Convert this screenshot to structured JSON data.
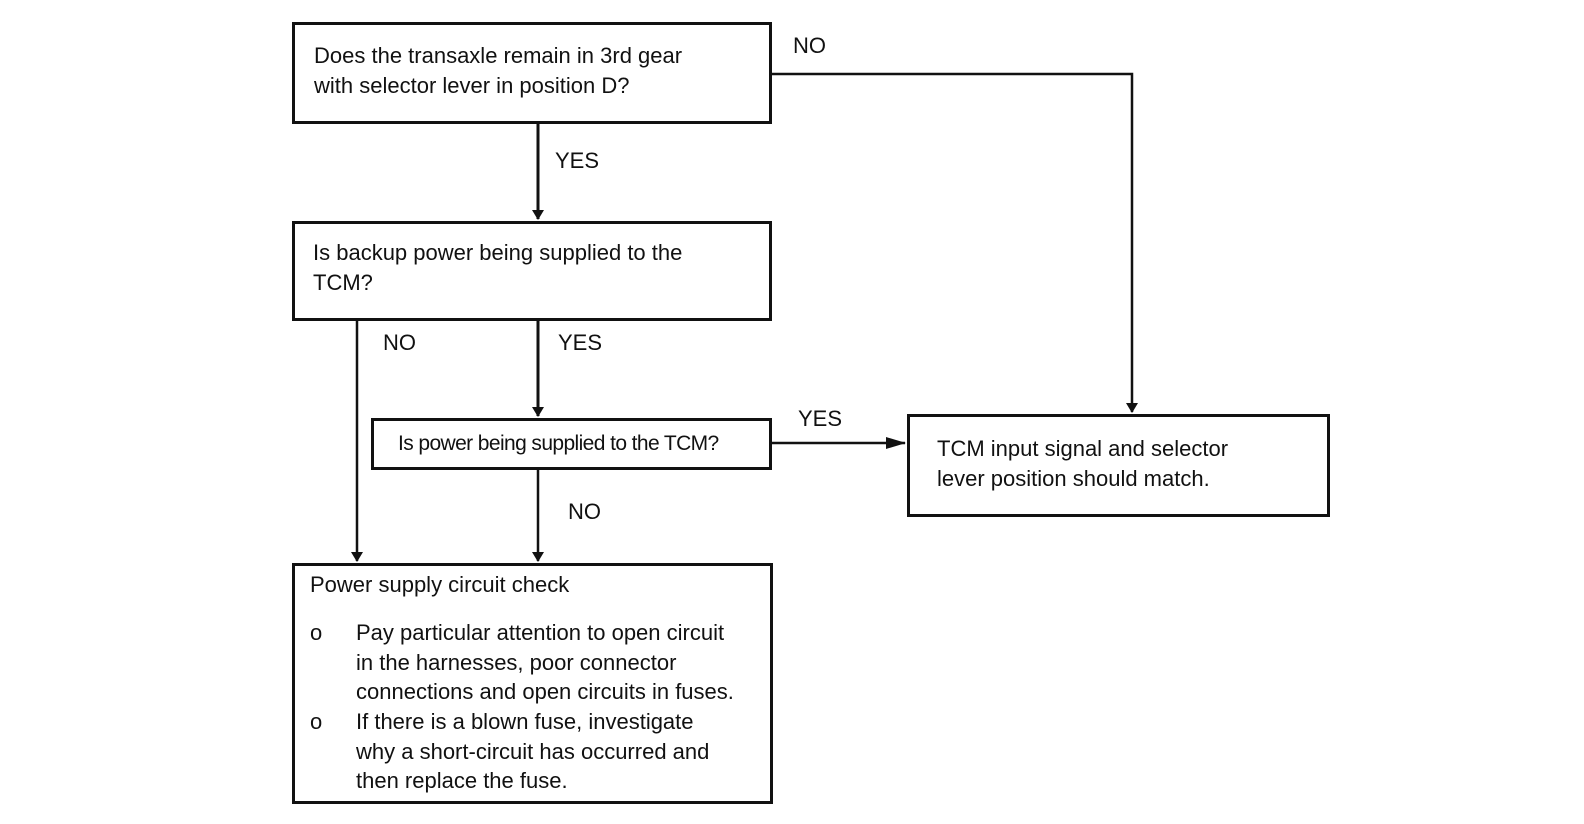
{
  "nodes": {
    "q_third_gear": "Does the transaxle remain in 3rd gear\nwith selector lever in position D?",
    "q_backup_power": "Is backup power being supplied to the\nTCM?",
    "q_power": "Is power being supplied to the TCM?",
    "r_tcm_match": "TCM input signal and selector\nlever position should match.",
    "r_power_check": {
      "title": "Power supply circuit check",
      "bullets": [
        {
          "marker": "o",
          "text": "Pay particular attention to open circuit\nin the harnesses, poor connector\nconnections and open circuits in fuses."
        },
        {
          "marker": "o",
          "text": "If there is a blown fuse, investigate\nwhy a short-circuit has occurred and\nthen replace the fuse."
        }
      ]
    }
  },
  "edges": [
    {
      "from": "q_third_gear",
      "to": "r_tcm_match",
      "label": "NO"
    },
    {
      "from": "q_third_gear",
      "to": "q_backup_power",
      "label": "YES"
    },
    {
      "from": "q_backup_power",
      "to": "r_power_check",
      "label": "NO"
    },
    {
      "from": "q_backup_power",
      "to": "q_power",
      "label": "YES"
    },
    {
      "from": "q_power",
      "to": "r_tcm_match",
      "label": "YES"
    },
    {
      "from": "q_power",
      "to": "r_power_check",
      "label": "NO"
    }
  ]
}
